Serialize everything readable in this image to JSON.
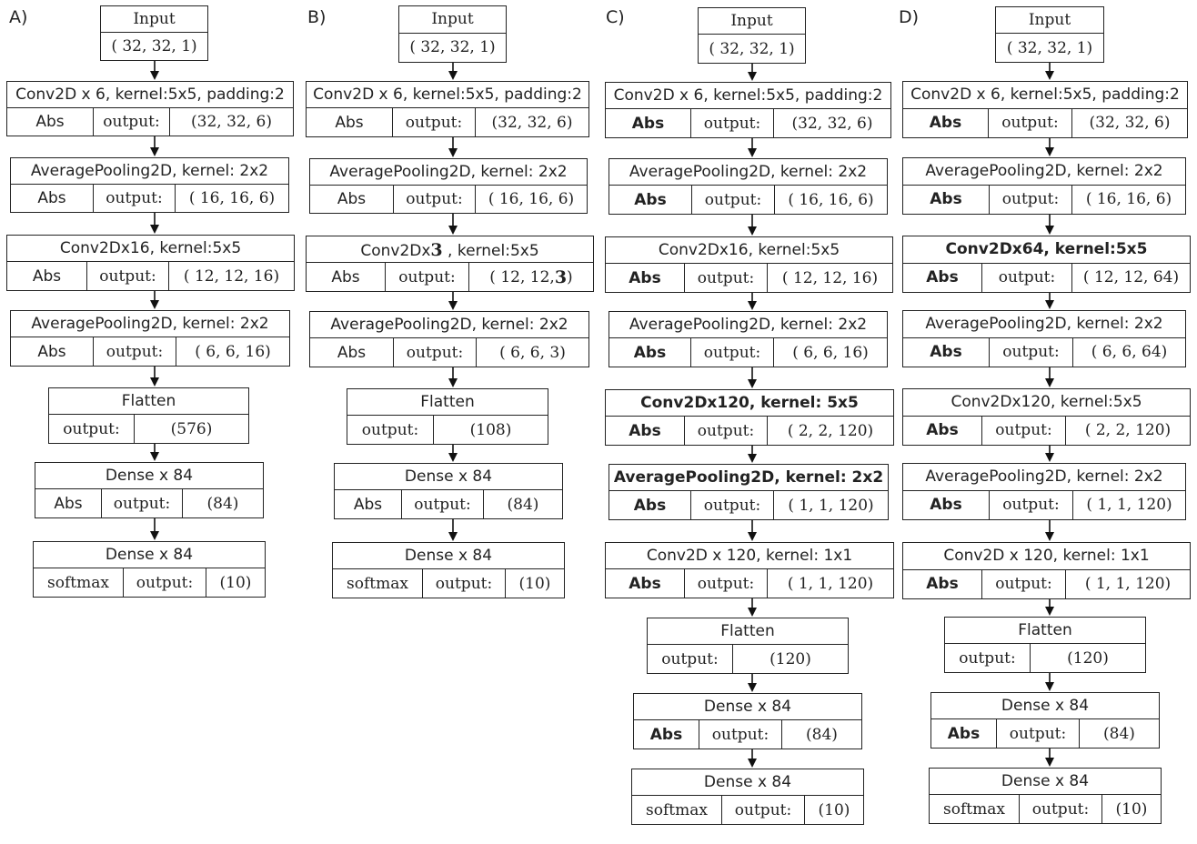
{
  "panels": [
    {
      "label": "A)",
      "input": {
        "title": "Input",
        "shape": "( 32, 32, 1)"
      },
      "layers": [
        {
          "title": "Conv2D x 6, kernel:5x5, padding:2",
          "activation": "Abs",
          "output_label": "output:",
          "output": "(32, 32, 6)"
        },
        {
          "title": "AveragePooling2D, kernel: 2x2",
          "activation": "Abs",
          "output_label": "output:",
          "output": "( 16, 16, 6)"
        },
        {
          "title": "Conv2Dx16, kernel:5x5",
          "activation": "Abs",
          "output_label": "output:",
          "output": "( 12, 12, 16)"
        },
        {
          "title": "AveragePooling2D, kernel: 2x2",
          "activation": "Abs",
          "output_label": "output:",
          "output": "( 6, 6, 16)"
        },
        {
          "title": "Flatten",
          "output_label": "output:",
          "output": "(576)"
        },
        {
          "title": "Dense x 84",
          "activation": "Abs",
          "output_label": "output:",
          "output": "(84)"
        },
        {
          "title": "Dense x 84",
          "activation": "softmax",
          "output_label": "output:",
          "output": "(10)"
        }
      ]
    },
    {
      "label": "B)",
      "input": {
        "title": "Input",
        "shape": "( 32, 32, 1)"
      },
      "layers": [
        {
          "title": "Conv2D x 6, kernel:5x5, padding:2",
          "activation": "Abs",
          "output_label": "output:",
          "output": "(32, 32, 6)"
        },
        {
          "title": "AveragePooling2D, kernel: 2x2",
          "activation": "Abs",
          "output_label": "output:",
          "output": "( 16, 16, 6)"
        },
        {
          "title_pre": "Conv2Dx",
          "title_bold": "3",
          "title_post": " , kernel:5x5",
          "activation": "Abs",
          "output_label": "output:",
          "output_pre": "( 12, 12, ",
          "output_bold": "3",
          "output_post": ")"
        },
        {
          "title": "AveragePooling2D, kernel: 2x2",
          "activation": "Abs",
          "output_label": "output:",
          "output": "( 6, 6, 3)"
        },
        {
          "title": "Flatten",
          "output_label": "output:",
          "output": "(108)"
        },
        {
          "title": "Dense x 84",
          "activation": "Abs",
          "output_label": "output:",
          "output": "(84)"
        },
        {
          "title": "Dense x 84",
          "activation": "softmax",
          "output_label": "output:",
          "output": "(10)"
        }
      ]
    },
    {
      "label": "C)",
      "input": {
        "title": "Input",
        "shape": "( 32, 32, 1)"
      },
      "layers": [
        {
          "title": "Conv2D x 6, kernel:5x5, padding:2",
          "activation": "Abs",
          "output_label": "output:",
          "output": "(32, 32, 6)"
        },
        {
          "title": "AveragePooling2D, kernel: 2x2",
          "activation": "Abs",
          "output_label": "output:",
          "output": "( 16, 16, 6)"
        },
        {
          "title": "Conv2Dx16, kernel:5x5",
          "activation": "Abs",
          "output_label": "output:",
          "output": "( 12, 12, 16)"
        },
        {
          "title": "AveragePooling2D, kernel: 2x2",
          "activation": "Abs",
          "output_label": "output:",
          "output": "( 6, 6, 16)"
        },
        {
          "title": "Conv2Dx120, kernel: 5x5",
          "bold_title": true,
          "activation": "Abs",
          "output_label": "output:",
          "output": "( 2, 2, 120)"
        },
        {
          "title": "AveragePooling2D, kernel: 2x2",
          "bold_title": true,
          "activation": "Abs",
          "output_label": "output:",
          "output": "( 1, 1, 120)"
        },
        {
          "title": "Conv2D x 120, kernel: 1x1",
          "activation": "Abs",
          "output_label": "output:",
          "output": "( 1, 1, 120)"
        },
        {
          "title": "Flatten",
          "output_label": "output:",
          "output": "(120)"
        },
        {
          "title": "Dense x 84",
          "activation": "Abs",
          "output_label": "output:",
          "output": "(84)"
        },
        {
          "title": "Dense x 84",
          "activation": "softmax",
          "output_label": "output:",
          "output": "(10)"
        }
      ]
    },
    {
      "label": "D)",
      "input": {
        "title": "Input",
        "shape": "( 32, 32, 1)"
      },
      "layers": [
        {
          "title": "Conv2D x 6, kernel:5x5, padding:2",
          "activation": "Abs",
          "output_label": "output:",
          "output": "(32, 32, 6)"
        },
        {
          "title": "AveragePooling2D, kernel: 2x2",
          "activation": "Abs",
          "output_label": "output:",
          "output": "( 16, 16, 6)"
        },
        {
          "title": "Conv2Dx64, kernel:5x5",
          "bold_title": true,
          "activation": "Abs",
          "output_label": "output:",
          "output": "( 12, 12, 64)"
        },
        {
          "title": "AveragePooling2D, kernel: 2x2",
          "activation": "Abs",
          "output_label": "output:",
          "output": "( 6, 6, 64)"
        },
        {
          "title": "Conv2Dx120, kernel:5x5",
          "activation": "Abs",
          "output_label": "output:",
          "output": "( 2, 2, 120)"
        },
        {
          "title": "AveragePooling2D, kernel: 2x2",
          "activation": "Abs",
          "output_label": "output:",
          "output": "( 1, 1, 120)"
        },
        {
          "title": "Conv2D x 120, kernel: 1x1",
          "activation": "Abs",
          "output_label": "output:",
          "output": "( 1, 1, 120)"
        },
        {
          "title": "Flatten",
          "output_label": "output:",
          "output": "(120)"
        },
        {
          "title": "Dense x 84",
          "activation": "Abs",
          "output_label": "output:",
          "output": "(84)"
        },
        {
          "title": "Dense x 84",
          "activation": "softmax",
          "output_label": "output:",
          "output": "(10)"
        }
      ]
    }
  ]
}
